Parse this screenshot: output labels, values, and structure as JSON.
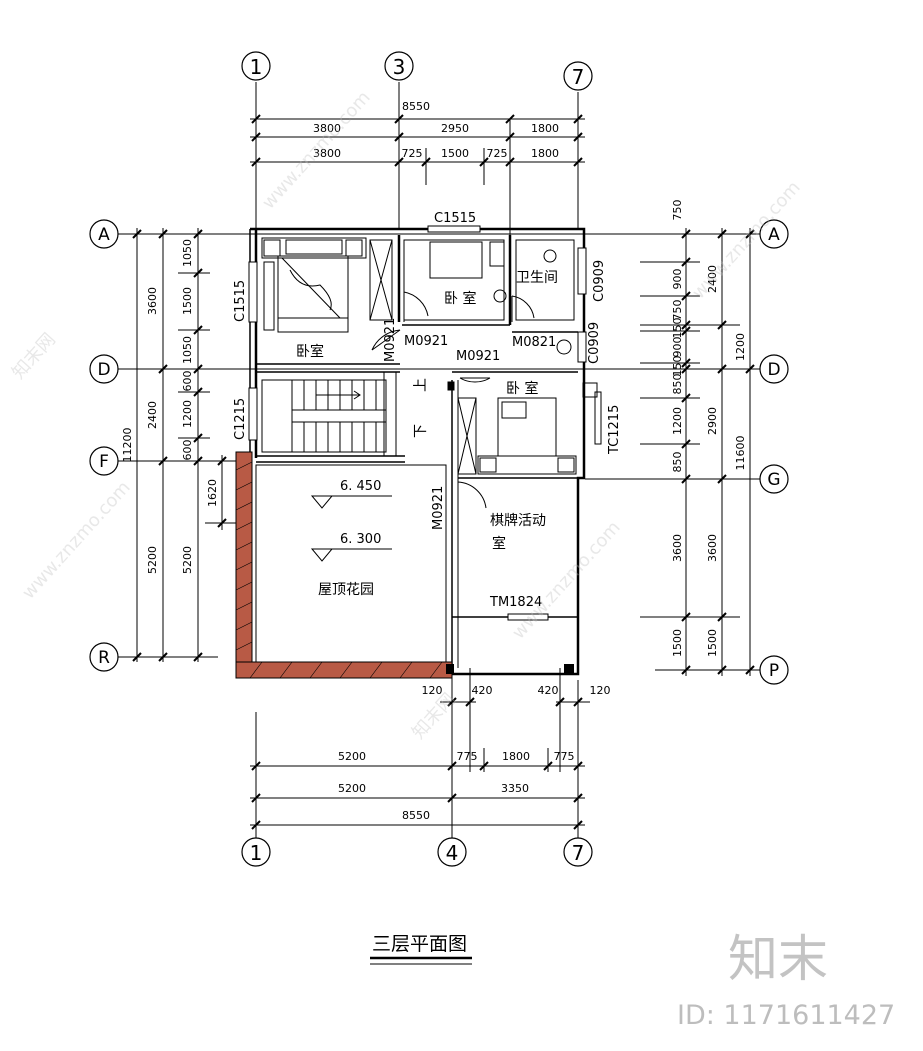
{
  "drawing": {
    "title": "三层平面图",
    "axes": {
      "top": [
        "1",
        "3",
        "7"
      ],
      "bottom": [
        "1",
        "4",
        "7"
      ],
      "left": [
        "A",
        "D",
        "F",
        "R"
      ],
      "right": [
        "A",
        "D",
        "G",
        "P"
      ]
    },
    "dims": {
      "top_total": "8550",
      "top_row1": [
        "3800",
        "2950",
        "1800"
      ],
      "top_row2": [
        "3800",
        "725",
        "1500",
        "725",
        "1800"
      ],
      "bottom_row0": [
        "120",
        "420",
        "420",
        "120"
      ],
      "bottom_row1": [
        "5200",
        "775",
        "1800",
        "775"
      ],
      "bottom_row2": [
        "5200",
        "3350"
      ],
      "bottom_total": "8550",
      "left_outer": [
        "11200"
      ],
      "left_mid": [
        "3600",
        "2400",
        "5200"
      ],
      "left_inner": [
        "1050",
        "1500",
        "1050",
        "600",
        "1200",
        "600",
        "1620",
        "5200"
      ],
      "right_inner": [
        "750",
        "900",
        "750",
        "150",
        "900",
        "150",
        "850",
        "1200",
        "850",
        "3600",
        "1500"
      ],
      "right_mid": [
        "2400",
        "1200",
        "2900",
        "3600",
        "1500"
      ],
      "right_outer": [
        "11600"
      ]
    },
    "rooms": {
      "bedroom_left": "卧室",
      "bedroom_top": "卧  室",
      "bathroom": "卫生间",
      "bedroom_right": "卧  室",
      "activity_1": "棋牌活动",
      "activity_2": "室",
      "roof_garden": "屋顶花园",
      "up": "上",
      "down": "下"
    },
    "labels": {
      "c1515_top": "C1515",
      "c1515_left": "C1515",
      "c1215": "C1215",
      "c0909_a": "C0909",
      "c0909_b": "C0909",
      "tc1215": "TC1215",
      "m0921_a": "M0921",
      "m0921_b": "M0921",
      "m0921_v1": "M0921",
      "m0921_v2": "M0921",
      "m0821": "M0821",
      "tm1824": "TM1824"
    },
    "levels": {
      "upper": "6. 450",
      "lower": "6. 300"
    }
  },
  "watermark": {
    "logo": "知末",
    "id_text": "ID: 1171611427",
    "site": "www.znzmo.com",
    "brand": "知末网"
  }
}
